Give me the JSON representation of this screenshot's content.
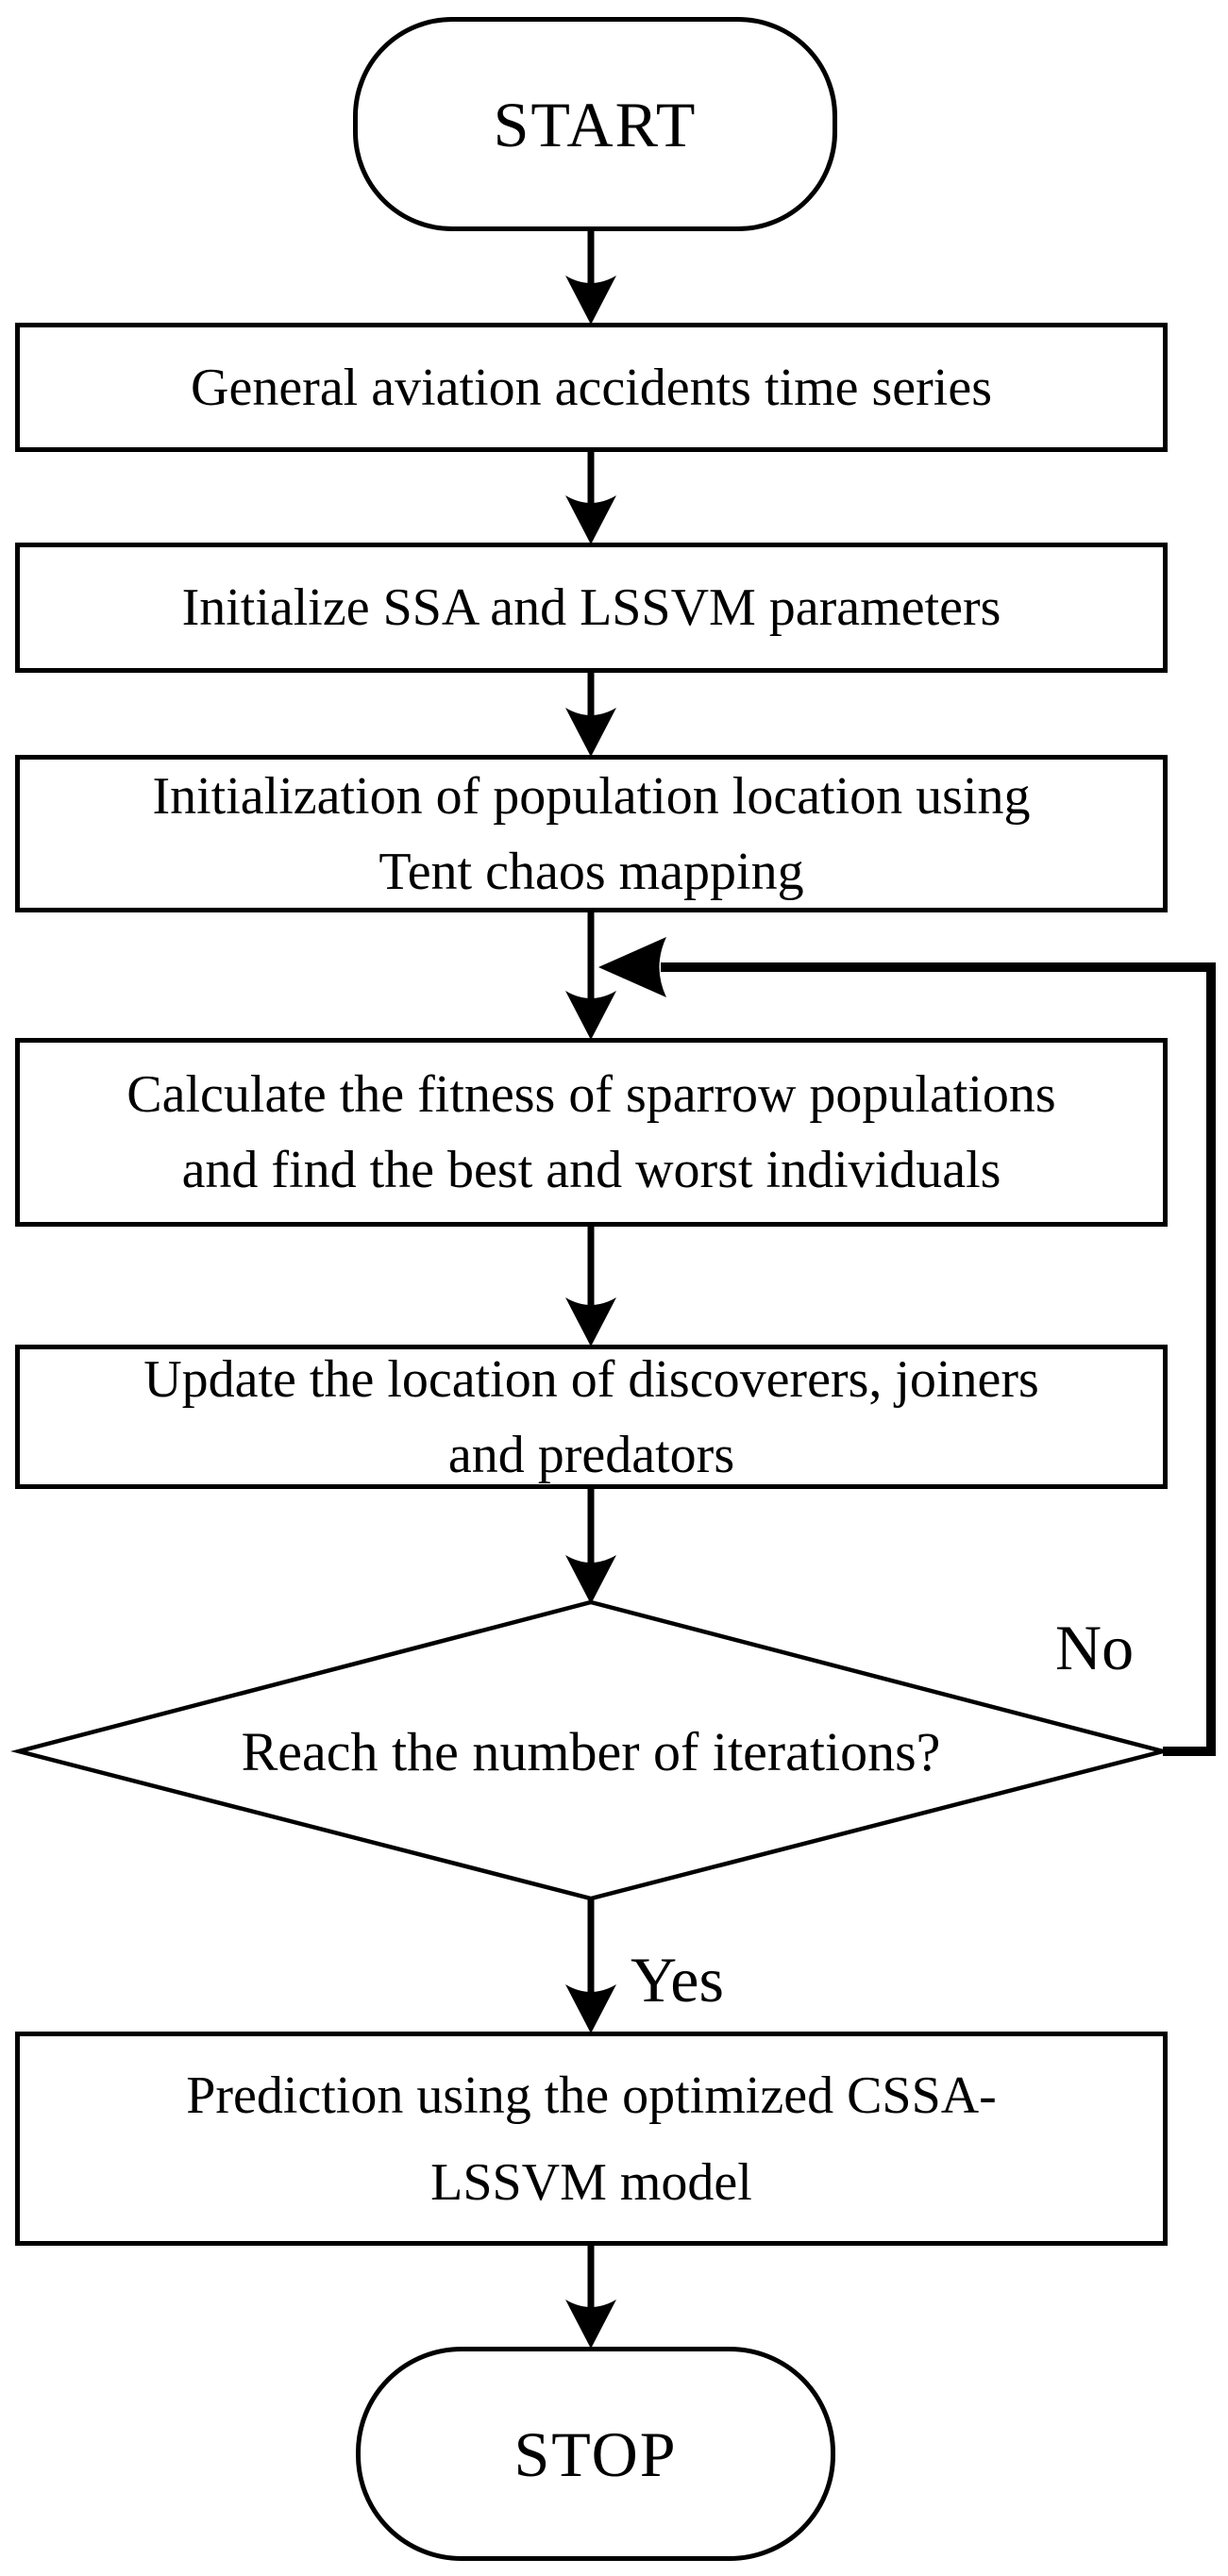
{
  "flowchart": {
    "colors": {
      "line": "#000000",
      "background": "#ffffff",
      "text": "#000000"
    },
    "nodes": {
      "start": {
        "type": "terminator",
        "lines": [
          "START"
        ]
      },
      "timeseries": {
        "type": "process",
        "lines": [
          "General aviation accidents time series"
        ]
      },
      "init_params": {
        "type": "process",
        "lines": [
          "Initialize SSA and LSSVM parameters"
        ]
      },
      "tent_chaos": {
        "type": "process",
        "lines": [
          "Initialization of population location using",
          "Tent chaos mapping"
        ]
      },
      "fitness": {
        "type": "process",
        "lines": [
          "Calculate the fitness of sparrow populations",
          "and find the best and worst individuals"
        ]
      },
      "update_loc": {
        "type": "process",
        "lines": [
          "Update the location of discoverers, joiners",
          "and predators"
        ]
      },
      "decision": {
        "type": "decision",
        "lines": [
          "Reach the number of iterations?"
        ]
      },
      "prediction": {
        "type": "process",
        "lines": [
          "Prediction using the optimized CSSA-",
          "LSSVM model"
        ]
      },
      "stop": {
        "type": "terminator",
        "lines": [
          "STOP"
        ]
      }
    },
    "edge_labels": {
      "no": "No",
      "yes": "Yes"
    }
  }
}
